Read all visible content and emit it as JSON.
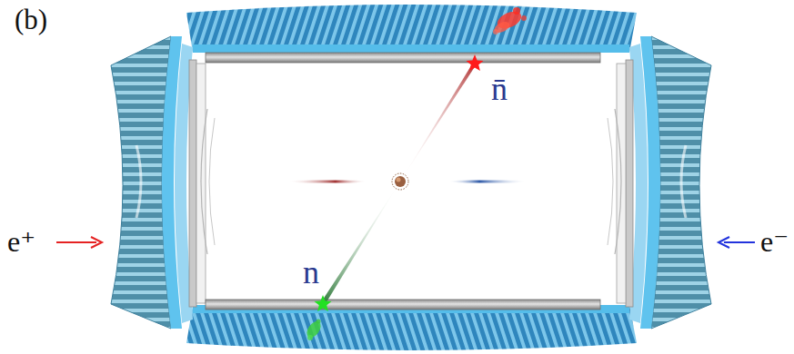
{
  "diagram": {
    "labels": [
      "(b)",
      "n̄",
      "e⁺",
      "e⁻",
      "n"
    ]
  }
}
